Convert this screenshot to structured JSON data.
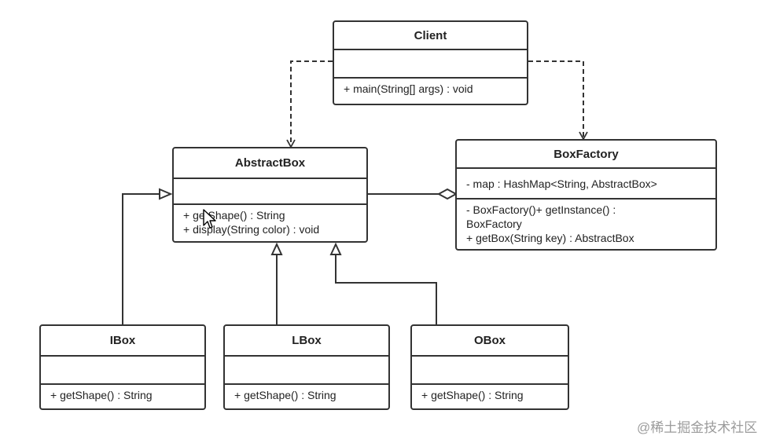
{
  "classes": {
    "client": {
      "name": "Client",
      "ops": [
        "+ main(String[] args) : void"
      ]
    },
    "abstractbox": {
      "name": "AbstractBox",
      "ops": [
        "+ getShape() : String",
        "+ display(String color) : void"
      ]
    },
    "boxfactory": {
      "name": "BoxFactory",
      "attrs": [
        "- map : HashMap<String, AbstractBox>"
      ],
      "ops": [
        "- BoxFactory()+ getInstance() : BoxFactory",
        "+ getBox(String key) : AbstractBox"
      ]
    },
    "ibox": {
      "name": "IBox",
      "ops": [
        "+ getShape() : String"
      ]
    },
    "lbox": {
      "name": "LBox",
      "ops": [
        "+ getShape() : String"
      ]
    },
    "obox": {
      "name": "OBox",
      "ops": [
        "+ getShape() : String"
      ]
    }
  },
  "relationships": [
    {
      "type": "dependency",
      "from": "Client",
      "to": "AbstractBox"
    },
    {
      "type": "dependency",
      "from": "Client",
      "to": "BoxFactory"
    },
    {
      "type": "aggregation",
      "from": "BoxFactory",
      "to": "AbstractBox"
    },
    {
      "type": "generalization",
      "from": "IBox",
      "to": "AbstractBox"
    },
    {
      "type": "generalization",
      "from": "LBox",
      "to": "AbstractBox"
    },
    {
      "type": "generalization",
      "from": "OBox",
      "to": "AbstractBox"
    }
  ],
  "watermark": "@稀土掘金技术社区"
}
